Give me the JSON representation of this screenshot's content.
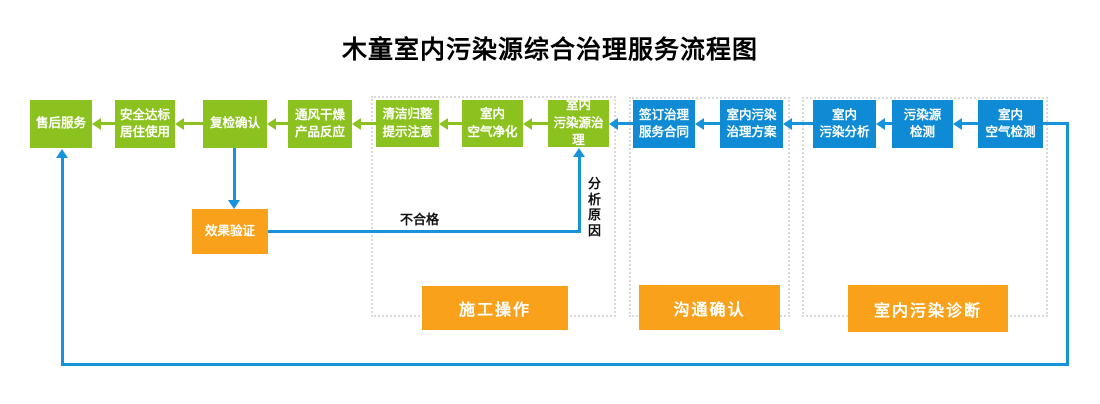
{
  "title": "木童室内污染源综合治理服务流程图",
  "colors": {
    "node_green": "#8cc21f",
    "node_blue": "#0f8bd5",
    "node_orange": "#f9a11b",
    "arrow_blue": "#1793dc",
    "arrow_green": "#8cc21f",
    "group_border": "#d9d9d9",
    "background": "#ffffff",
    "node_text": "#ffffff",
    "edge_label_text": "#111111"
  },
  "nodes": {
    "after_sales": {
      "label": "售后服务",
      "color": "green"
    },
    "safe_occupancy": {
      "label": "安全达标\n居住使用",
      "color": "green"
    },
    "recheck": {
      "label": "复检确认",
      "color": "green"
    },
    "ventilation": {
      "label": "通风干燥\n产品反应",
      "color": "green"
    },
    "cleanup": {
      "label": "清洁归整\n提示注意",
      "color": "green"
    },
    "air_purification": {
      "label": "室内\n空气净化",
      "color": "green"
    },
    "source_treatment": {
      "label": "室内\n污染源治理",
      "color": "green"
    },
    "sign_contract": {
      "label": "签订治理\n服务合同",
      "color": "blue"
    },
    "treatment_plan": {
      "label": "室内污染\n治理方案",
      "color": "blue"
    },
    "pollution_analysis": {
      "label": "室内\n污染分析",
      "color": "blue"
    },
    "source_detection": {
      "label": "污染源\n检测",
      "color": "blue"
    },
    "air_detection": {
      "label": "室内\n空气检测",
      "color": "blue"
    },
    "effect_verification": {
      "label": "效果验证",
      "color": "orange"
    }
  },
  "groups": {
    "construction": {
      "label": "施工操作"
    },
    "communication": {
      "label": "沟通确认"
    },
    "diagnosis": {
      "label": "室内污染诊断"
    }
  },
  "edge_labels": {
    "unqualified": "不合格",
    "analyze_reason": "分析原因"
  },
  "edges": [
    {
      "from": "air_detection",
      "to": "source_detection",
      "color": "blue"
    },
    {
      "from": "source_detection",
      "to": "pollution_analysis",
      "color": "blue"
    },
    {
      "from": "pollution_analysis",
      "to": "treatment_plan",
      "color": "blue"
    },
    {
      "from": "treatment_plan",
      "to": "sign_contract",
      "color": "blue"
    },
    {
      "from": "sign_contract",
      "to": "source_treatment",
      "color": "blue"
    },
    {
      "from": "source_treatment",
      "to": "air_purification",
      "color": "green"
    },
    {
      "from": "air_purification",
      "to": "cleanup",
      "color": "green"
    },
    {
      "from": "cleanup",
      "to": "ventilation",
      "color": "green"
    },
    {
      "from": "ventilation",
      "to": "recheck",
      "color": "green"
    },
    {
      "from": "recheck",
      "to": "safe_occupancy",
      "color": "green"
    },
    {
      "from": "safe_occupancy",
      "to": "after_sales",
      "color": "green"
    },
    {
      "from": "recheck",
      "to": "effect_verification",
      "color": "blue"
    },
    {
      "from": "effect_verification",
      "to": "source_treatment",
      "color": "blue",
      "label": "不合格 / 分析原因"
    },
    {
      "from": "air_detection",
      "to": "after_sales",
      "color": "blue",
      "route": "bottom-loop"
    }
  ]
}
